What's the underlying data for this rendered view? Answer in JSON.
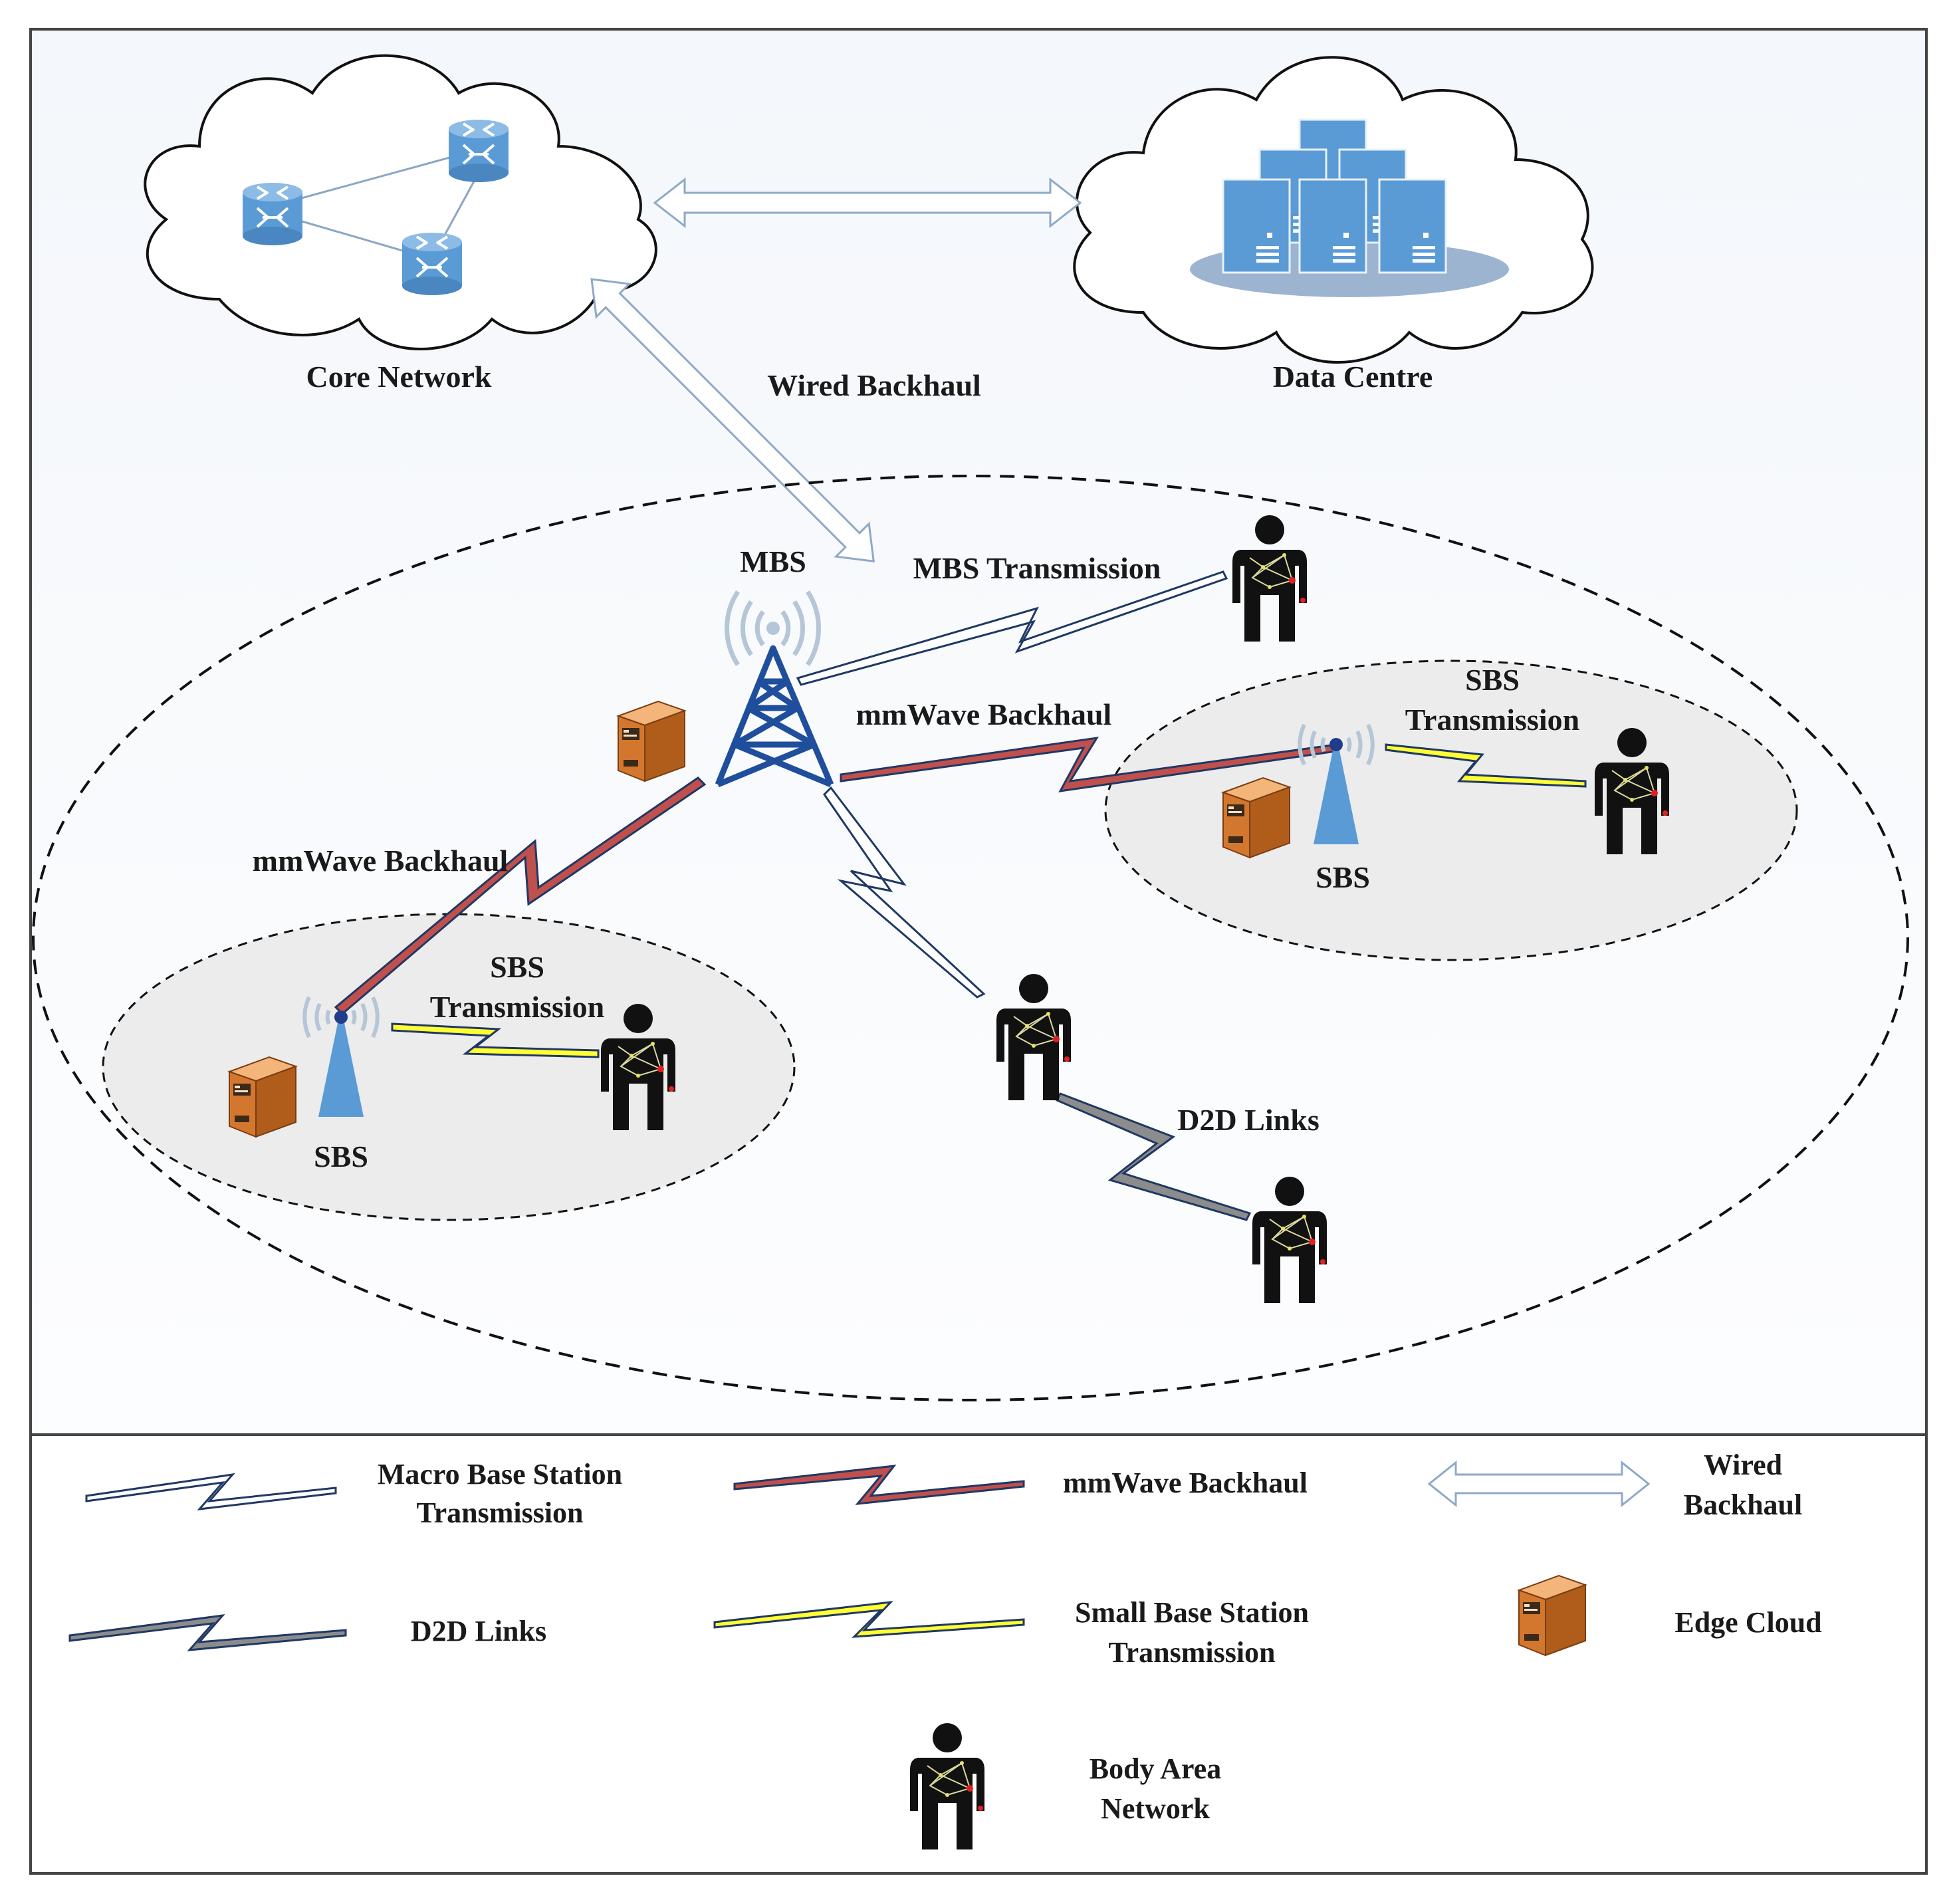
{
  "labels": {
    "core_network": "Core Network",
    "data_centre": "Data Centre",
    "wired_backhaul": "Wired Backhaul",
    "mbs": "MBS",
    "mbs_transmission": "MBS Transmission",
    "mmwave_backhaul_right": "mmWave Backhaul",
    "mmwave_backhaul_left": "mmWave Backhaul",
    "sbs_transmission_right": [
      "SBS",
      "Transmission"
    ],
    "sbs_transmission_left": [
      "SBS",
      "Transmission"
    ],
    "sbs_right": "SBS",
    "sbs_left": "SBS",
    "d2d_links": "D2D Links"
  },
  "legend": {
    "macro_base_station": [
      "Macro Base Station",
      "Transmission"
    ],
    "mmwave_backhaul": "mmWave Backhaul",
    "wired_backhaul": [
      "Wired",
      "Backhaul"
    ],
    "d2d_links": "D2D Links",
    "small_base_station": [
      "Small Base Station",
      "Transmission"
    ],
    "edge_cloud": "Edge Cloud",
    "body_area_network": [
      "Body Area",
      "Network"
    ]
  },
  "colors": {
    "mbs_link": "#ffffff",
    "mmwave": "#c0504d",
    "d2d": "#8c8c8c",
    "sbs_link": "#ffff33",
    "link_edge": "#1f3864",
    "tower": "#1f4e9c",
    "router": "#5b9bd5",
    "server": "#5b9bd5",
    "edge_cloud": "#d9823b",
    "person": "#111111",
    "cell_fill": "#ededed"
  },
  "icons": [
    "router-icon",
    "server-icon",
    "tower-icon",
    "antenna-icon",
    "edge-cloud-icon",
    "person-icon",
    "cloud-icon"
  ]
}
